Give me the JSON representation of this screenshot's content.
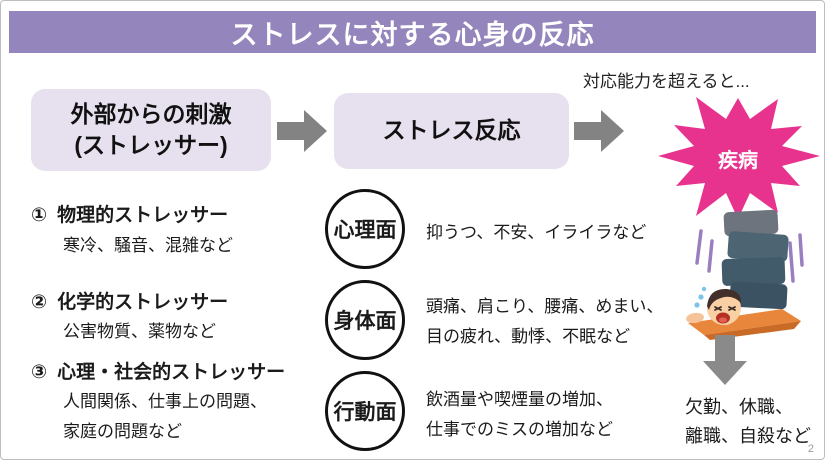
{
  "slide": {
    "title": "ストレスに対する心身の反応",
    "page_number": "2"
  },
  "flow": {
    "stimulus_line1": "外部からの刺激",
    "stimulus_line2": "(ストレッサー)",
    "response": "ストレス反応",
    "threshold_label": "対応能力を超えると...",
    "burst_label": "疾病"
  },
  "stressors": [
    {
      "number": "①",
      "heading": "物理的ストレッサー",
      "examples_line1": "寒冷、騒音、混雑など",
      "examples_line2": ""
    },
    {
      "number": "②",
      "heading": "化学的ストレッサー",
      "examples_line1": "公害物質、薬物など",
      "examples_line2": ""
    },
    {
      "number": "③",
      "heading": "心理・社会的ストレッサー",
      "examples_line1": "人間関係、仕事上の問題、",
      "examples_line2": "家庭の問題など"
    }
  ],
  "reactions": [
    {
      "category": "心理面",
      "desc_line1": "抑うつ、不安、イライラなど",
      "desc_line2": ""
    },
    {
      "category": "身体面",
      "desc_line1": "頭痛、肩こり、腰痛、めまい、",
      "desc_line2": "目の疲れ、動悸、不眠など"
    },
    {
      "category": "行動面",
      "desc_line1": "飲酒量や喫煙量の増加、",
      "desc_line2": "仕事でのミスの増加など"
    }
  ],
  "outcome": {
    "line1": "欠勤、休職、",
    "line2": "離職、自殺など"
  },
  "icons": {
    "flow_arrow": "right-arrow",
    "outcome_arrow": "down-arrow",
    "burst": "explosion-starburst",
    "illustration": "person-crushed-by-blocks"
  },
  "colors": {
    "header_purple": "#9486bc",
    "box_lavender": "#e7e1ef",
    "burst_pink": "#e7338e",
    "arrow_gray": "#838383"
  }
}
